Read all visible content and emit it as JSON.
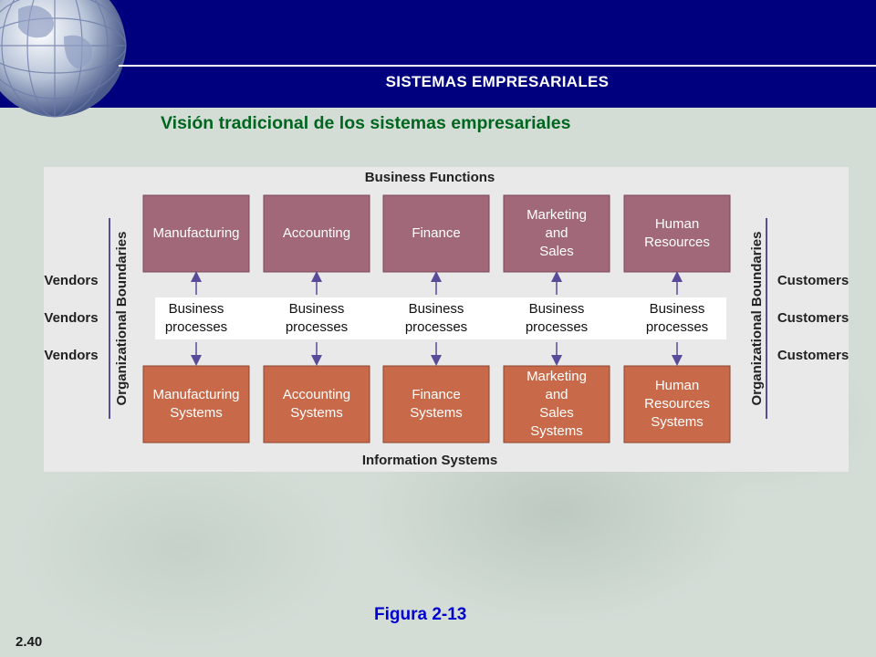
{
  "header": {
    "section_title": "SISTEMAS EMPRESARIALES"
  },
  "slide": {
    "subtitle": "Visión tradicional de los sistemas empresariales",
    "figure_caption": "Figura 2-13",
    "slide_number": "2.40"
  },
  "diagram": {
    "top_label": "Business Functions",
    "bottom_label": "Information Systems",
    "left_boundary_label": "Organizational Boundaries",
    "right_boundary_label": "Organizational Boundaries",
    "functions": [
      [
        "Manufacturing"
      ],
      [
        "Accounting"
      ],
      [
        "Finance"
      ],
      [
        "Marketing",
        "and",
        "Sales"
      ],
      [
        "Human",
        "Resources"
      ]
    ],
    "processes": [
      [
        "Business",
        "processes"
      ],
      [
        "Business",
        "processes"
      ],
      [
        "Business",
        "processes"
      ],
      [
        "Business",
        "processes"
      ],
      [
        "Business",
        "processes"
      ]
    ],
    "systems": [
      [
        "Manufacturing",
        "Systems"
      ],
      [
        "Accounting",
        "Systems"
      ],
      [
        "Finance",
        "Systems"
      ],
      [
        "Marketing",
        "and",
        "Sales",
        "Systems"
      ],
      [
        "Human",
        "Resources",
        "Systems"
      ]
    ],
    "vendors": [
      "Vendors",
      "Vendors",
      "Vendors"
    ],
    "customers": [
      "Customers",
      "Customers",
      "Customers"
    ],
    "colors": {
      "function_fill": "#a06878",
      "system_fill": "#c86a4a",
      "boundary_line": "#5a4a9a",
      "arrow": "#5a4a9a"
    }
  }
}
